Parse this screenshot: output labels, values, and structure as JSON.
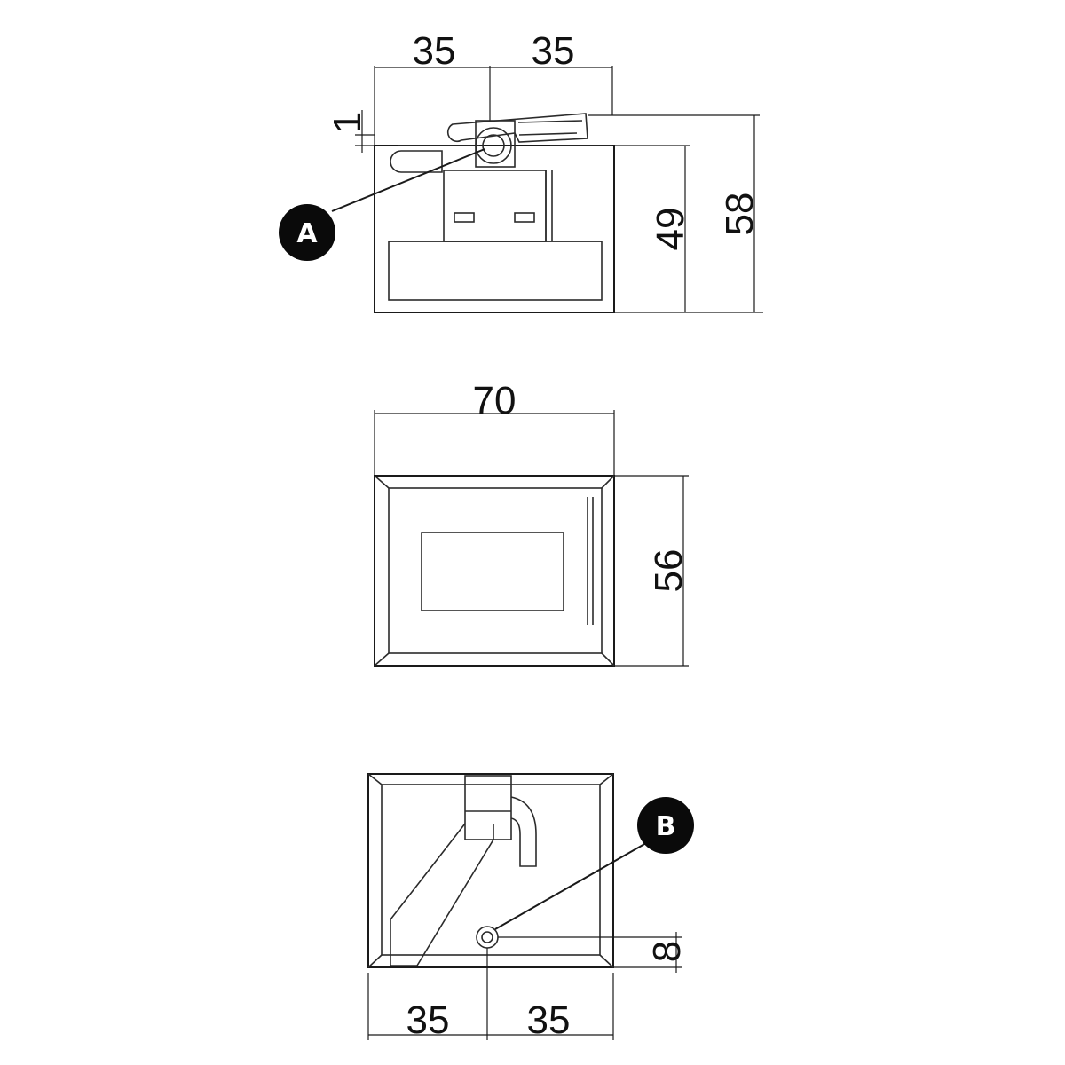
{
  "top_view": {
    "dim_left": "35",
    "dim_right": "35",
    "dim_offset": "1",
    "dim_body_height": "49",
    "dim_total_height": "58",
    "callout": "A"
  },
  "front_view": {
    "dim_width": "70",
    "dim_height": "56"
  },
  "bottom_view": {
    "dim_left": "35",
    "dim_right": "35",
    "dim_hole_offset": "8",
    "callout": "B"
  }
}
